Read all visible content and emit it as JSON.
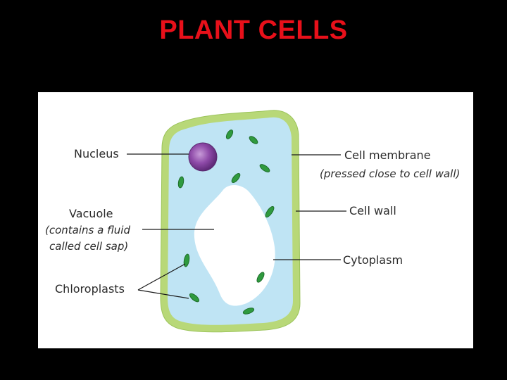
{
  "slide": {
    "title": "PLANT CELLS"
  },
  "diagram": {
    "labels": {
      "nucleus": "Nucleus",
      "vacuole_line1": "Vacuole",
      "vacuole_line2": "(contains a fluid",
      "vacuole_line3": "called cell sap)",
      "chloroplasts": "Chloroplasts",
      "cell_membrane_line1": "Cell membrane",
      "cell_membrane_line2": "(pressed close to cell wall)",
      "cell_wall": "Cell wall",
      "cytoplasm": "Cytoplasm"
    },
    "colors": {
      "cell_wall": "#b8d878",
      "cytoplasm": "#bfe4f4",
      "vacuole": "#ffffff",
      "nucleus": "#8e4aa8",
      "chloroplast": "#2f9a3e",
      "title": "#e8101a"
    }
  }
}
